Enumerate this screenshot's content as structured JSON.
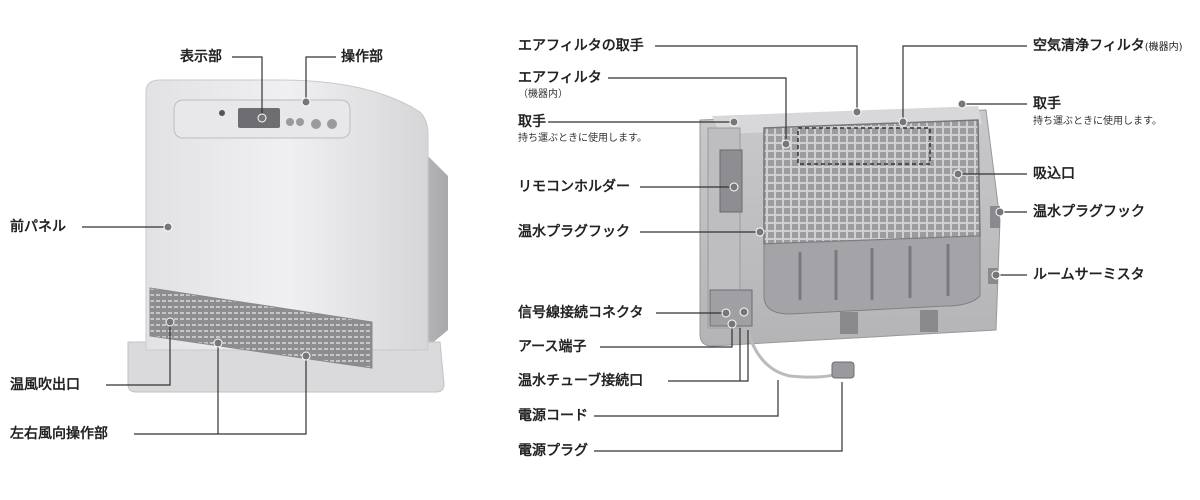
{
  "front_labels": {
    "display": "表示部",
    "operation": "操作部",
    "front_panel": "前パネル",
    "warm_air_outlet": "温風吹出口",
    "louver_control": "左右風向操作部"
  },
  "rear_labels": {
    "filter_handle": "エアフィルタの取手",
    "air_filter": "エアフィルタ",
    "air_filter_note": "（機器内）",
    "handle_left": "取手",
    "handle_left_note": "持ち運ぶときに使用します。",
    "remote_holder": "リモコンホルダー",
    "hot_water_hook_left": "温水プラグフック",
    "signal_connector": "信号線接続コネクタ",
    "earth_terminal": "アース端子",
    "tube_connection": "温水チューブ接続口",
    "power_cord": "電源コード",
    "power_plug": "電源プラグ",
    "purifier_filter": "空気清浄フィルタ",
    "purifier_filter_note": "(機器内)",
    "handle_right": "取手",
    "handle_right_note": "持ち運ぶときに使用します。",
    "intake": "吸込口",
    "hot_water_hook_right": "温水プラグフック",
    "room_thermistor": "ルームサーミスタ"
  }
}
